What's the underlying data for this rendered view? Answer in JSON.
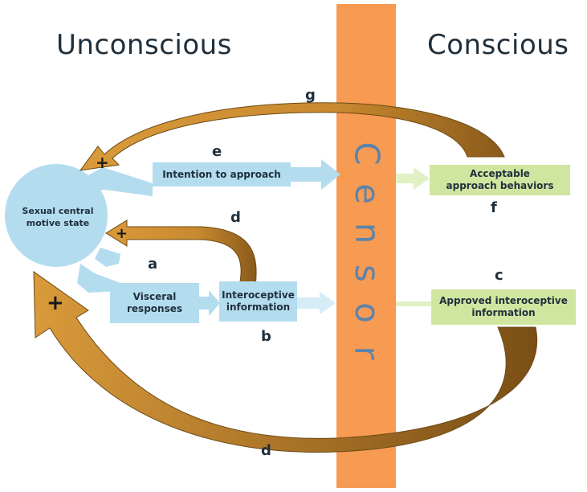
{
  "headings": {
    "left": "Unconscious",
    "right": "Conscious"
  },
  "nodes": {
    "motive_state": "Sexual central motive state",
    "intention": "Intention to approach",
    "visceral": "Visceral responses",
    "interoceptive": "Interoceptive information",
    "acceptable": "Acceptable approach behaviors",
    "approved": "Approved interoceptive information"
  },
  "censor": {
    "letters": [
      "C",
      "e",
      "n",
      "s",
      "o",
      "r"
    ]
  },
  "letters": {
    "a": "a",
    "b": "b",
    "c": "c",
    "d_top": "d",
    "d_bottom": "d",
    "e": "e",
    "f": "f",
    "g": "g"
  },
  "signs": {
    "g_loop": "+",
    "d_loop": "+",
    "bottom_loop": "+"
  },
  "colors": {
    "censor_bar": "#f79a52",
    "unconscious_box": "#b3dcef",
    "conscious_box": "#d0e6a0",
    "feedback_arrow": "#c98a30",
    "text": "#1f2f3c",
    "censor_text": "#5c84aa"
  }
}
